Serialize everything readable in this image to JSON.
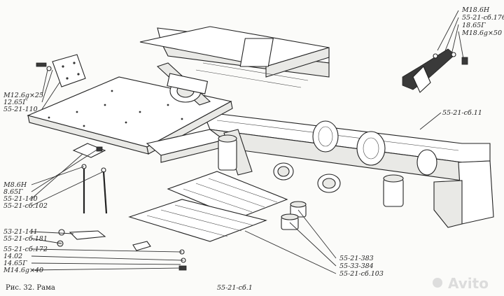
{
  "figure": {
    "caption": "Рис. 32. Рама",
    "assembly_code": "55-21-сб.1",
    "watermark": "Avito"
  },
  "callouts": {
    "top_right": [
      "M18.6H",
      "55-21-сб.176",
      "18.65Г",
      "M18.6g×50"
    ],
    "left_upper": [
      "M12.6g×25",
      "12.65Г",
      "55-21-110"
    ],
    "right_frame": "55-21-сб.11",
    "left_middle": [
      "M8.6H",
      "8.65Г",
      "55-21-140",
      "55-21-сб.102"
    ],
    "left_lower": [
      "53-21-141",
      "55-21-сб.181"
    ],
    "left_bottom": [
      "55-21-сб.172",
      "14.02",
      "14.65Г",
      "M14.6g×40"
    ],
    "bottom_center": [
      "55-21-383",
      "55-33-384",
      "55-21-сб.103"
    ]
  }
}
